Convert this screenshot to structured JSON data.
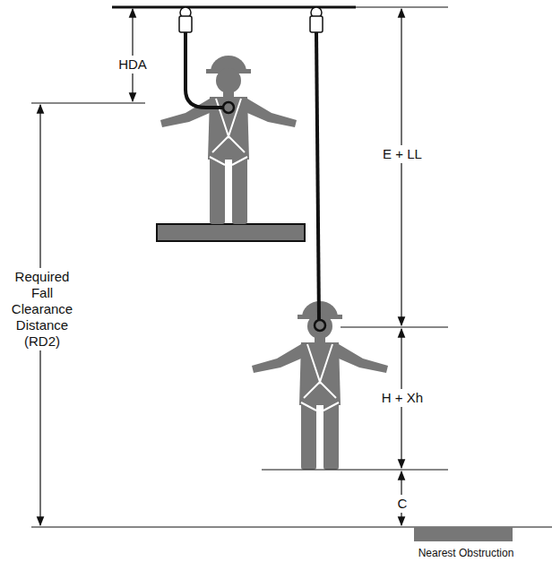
{
  "diagram": {
    "labels": [
      "HDA",
      "E + LL",
      "Required Fall Clearance Distance (RD2)",
      "H + Xh",
      "C",
      "Nearest Obstruction"
    ]
  }
}
